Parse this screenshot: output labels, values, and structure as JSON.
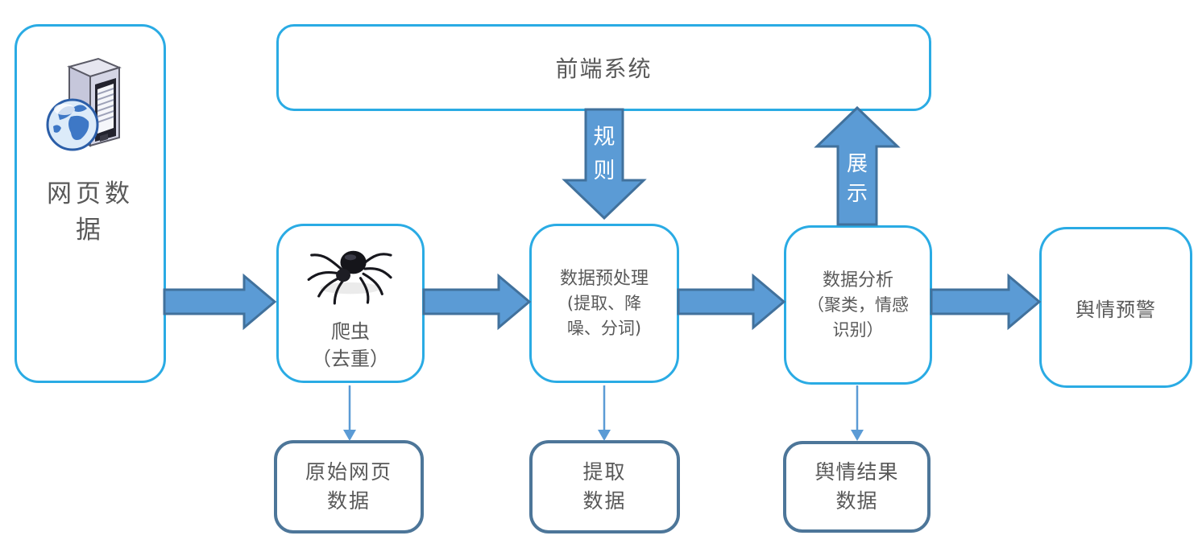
{
  "colors": {
    "box_border_light_blue": "#2aabe4",
    "box_border_steel_blue": "#4d7699",
    "arrow_fill": "#5b9bd5",
    "arrow_border": "#41719c",
    "thin_arrow": "#5b9bd5",
    "node_text": "#595959",
    "arrow_label_text": "#ffffff",
    "background": "#ffffff"
  },
  "nodes": {
    "frontend_system": {
      "label": "前端系统"
    },
    "web_data": {
      "icon": "web-server-globe-icon",
      "lines": [
        "网页数",
        "据"
      ]
    },
    "crawler": {
      "icon": "spider-icon",
      "lines": [
        "爬虫",
        "（去重）"
      ]
    },
    "preprocessing": {
      "lines": [
        "数据预处理",
        "(提取、降",
        "噪、分词)"
      ]
    },
    "analysis": {
      "lines": [
        "数据分析",
        "（聚类，情感",
        "识别）"
      ]
    },
    "opinion_warning": {
      "label": "舆情预警"
    },
    "raw_web_data": {
      "lines": [
        "原始网页",
        "数据"
      ]
    },
    "extracted_data": {
      "lines": [
        "提取",
        "数据"
      ]
    },
    "opinion_result_data": {
      "lines": [
        "舆情结果",
        "数据"
      ]
    }
  },
  "arrow_labels": {
    "rules": {
      "chars": [
        "规",
        "则"
      ]
    },
    "display": {
      "chars": [
        "展",
        "示"
      ]
    }
  }
}
